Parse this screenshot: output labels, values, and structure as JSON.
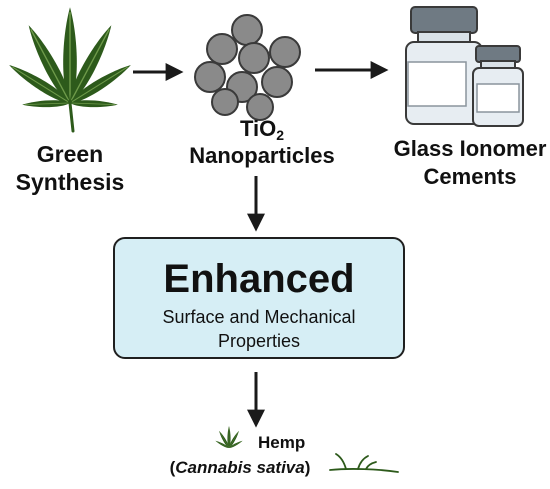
{
  "nodes": {
    "green_synthesis": {
      "line1": "Green",
      "line2": "Synthesis",
      "icon": "cannabis-leaf-icon"
    },
    "tio2": {
      "prefix": "TiO",
      "subscript": "2",
      "line2": "Nanoparticles",
      "icon": "nanoparticle-cluster-icon"
    },
    "glass_ionomer": {
      "line1": "Glass Ionomer",
      "line2": "Cements",
      "icon": "glass-vials-icon"
    }
  },
  "result": {
    "title": "Enhanced",
    "line1": "Surface and Mechanical",
    "line2": "Properties"
  },
  "source": {
    "name": "Hemp",
    "species_open": "(",
    "species": "Cannabis sativa",
    "species_close": ")"
  },
  "colors": {
    "leaf": "#2d5a1b",
    "particle_fill": "#8a8a8a",
    "particle_stroke": "#3a3a3a",
    "vial_cap": "#6f7a83",
    "vial_body": "#e7edf2",
    "result_box": "#d6eef5",
    "arrow": "#1a1a1a"
  }
}
